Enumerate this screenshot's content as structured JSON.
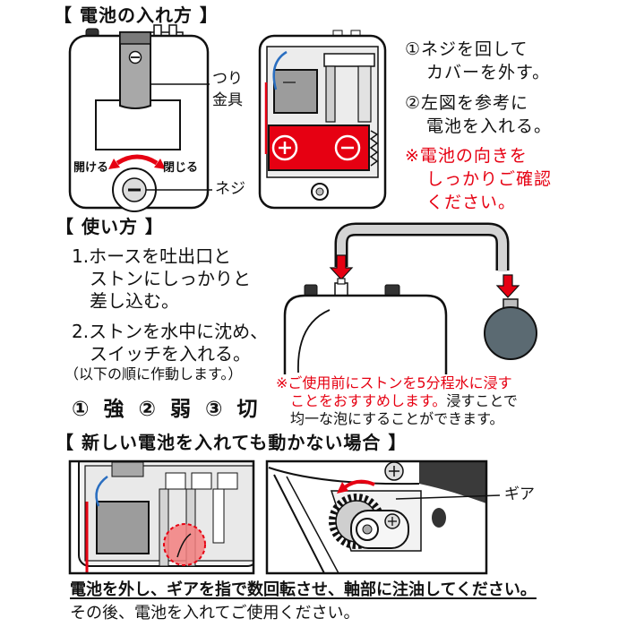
{
  "battery_install": {
    "heading": "【 電池の入れ方 】",
    "hook_label": [
      "つり",
      "金具"
    ],
    "open_label": "開ける",
    "close_label": "閉じる",
    "screw_label": "ネジ",
    "steps": [
      "①ネジを回して",
      "カバーを外す。",
      "②左図を参考に",
      "電池を入れる。"
    ],
    "warning": [
      "※電池の向きを",
      "しっかりご確認",
      "ください。"
    ]
  },
  "usage": {
    "heading": "【 使い方 】",
    "step1": [
      "1.ホースを吐出口と",
      "ストンにしっかりと",
      "差し込む。"
    ],
    "step2": [
      "2.ストンを水中に沈め、",
      "スイッチを入れる。"
    ],
    "order_note": "（以下の順に作動します。）",
    "modes": "① 強 ② 弱 ③ 切",
    "soak_note": {
      "red_line1": "※ご使用前にストンを5分程水に浸す",
      "red_line2": "ことをおすすめします。",
      "black_line2": "浸すことで",
      "black_line3": "均一な泡にすることができます。"
    }
  },
  "troubleshoot": {
    "heading": "【 新しい電池を入れても動かない場合 】",
    "gear_label": "ギア",
    "instruction": "電池を外し、ギアを指で数回転させ、軸部に注油してください。",
    "followup": "その後、電池を入れてご使用ください。"
  },
  "colors": {
    "accent_red": "#e60012",
    "hook_gray": "#a8a8a8",
    "stone_gray": "#5b6a72",
    "wire_blue": "#2a6ec0"
  }
}
